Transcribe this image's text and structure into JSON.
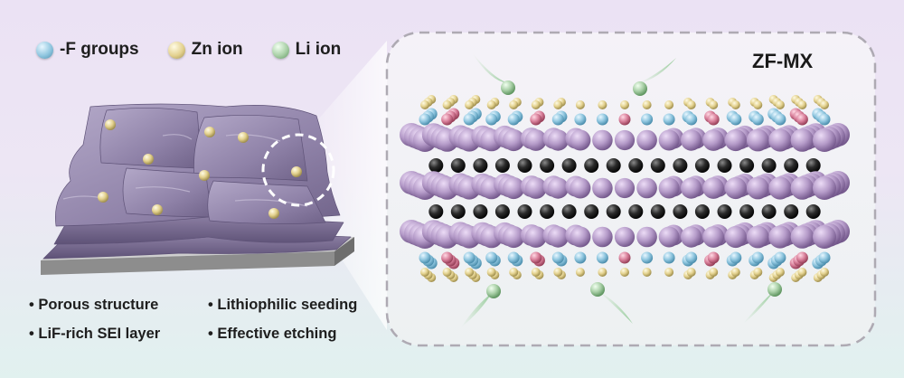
{
  "legend": [
    {
      "label": "-F groups",
      "color": "#8fc6df"
    },
    {
      "label": "Zn ion",
      "color": "#e3d18e"
    },
    {
      "label": "Li ion",
      "color": "#a8cfa6"
    }
  ],
  "bullets": {
    "left": [
      "Porous structure",
      "LiF-rich SEI layer"
    ],
    "right": [
      "Lithiophilic seeding",
      "Effective etching"
    ]
  },
  "panel": {
    "title": "ZF-MX"
  },
  "colors": {
    "f_group": "#8fc6df",
    "zn_ion": "#e3d18e",
    "li_ion": "#a8cfa6",
    "metal_atom": "#b49ac8",
    "carbon_atom": "#2b2b2b",
    "pink_atom": "#d87f9a",
    "sheet": "#8f82a8",
    "substrate": "#8d8d8d"
  }
}
